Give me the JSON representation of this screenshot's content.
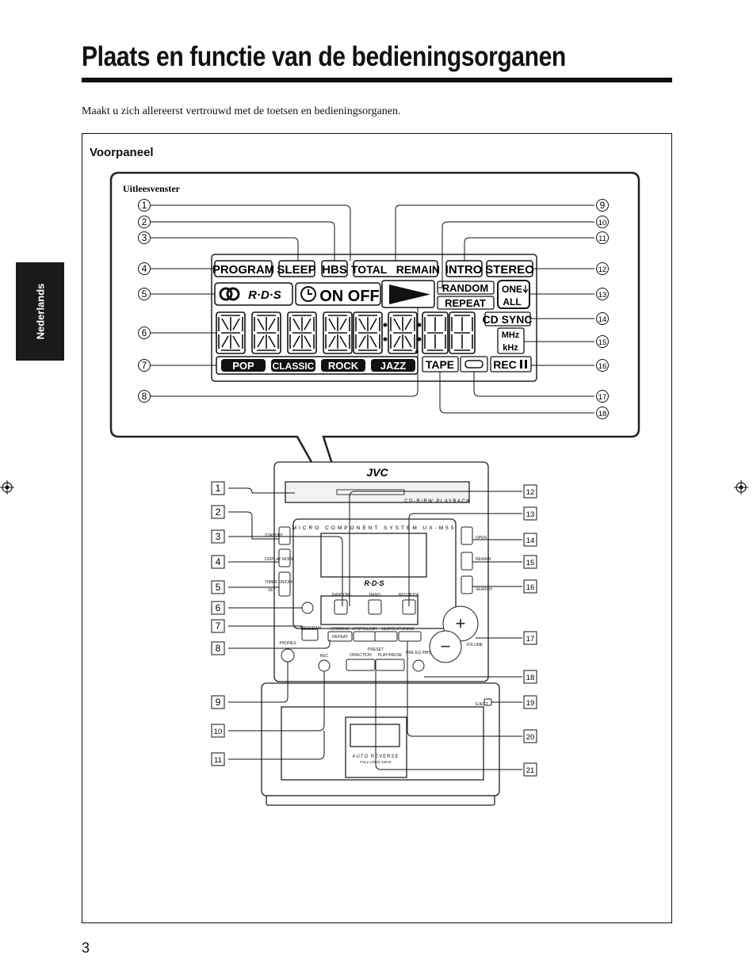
{
  "page": {
    "title": "Plaats en functie van de bedieningsorganen",
    "intro": "Maakt u zich allereerst vertrouwd met de toetsen en bedieningsorganen.",
    "side_tab": "Nederlands",
    "section": "Voorpaneel",
    "page_number": "3"
  },
  "display_panel": {
    "caption": "Uitleesvenster",
    "callouts_left": [
      "1",
      "2",
      "3",
      "4",
      "5",
      "6",
      "7",
      "8"
    ],
    "callouts_right": [
      "9",
      "10",
      "11",
      "12",
      "13",
      "14",
      "15",
      "16",
      "17",
      "18"
    ],
    "indicators": {
      "program": "PROGRAM",
      "sleep": "SLEEP",
      "hbs": "HBS",
      "total_remain": "TOTAL   REMAIN",
      "intro": "INTRO",
      "stereo": "STEREO",
      "rds": "R·D·S",
      "on_off": "ON OFF",
      "random": "RANDOM",
      "repeat": "REPEAT",
      "one": "ONE",
      "all": "ALL",
      "cd_sync": "CD SYNC",
      "mhz": "MHz",
      "khz": "kHz",
      "pop": "POP",
      "classic": "CLASSIC",
      "rock": "ROCK",
      "jazz": "JAZZ",
      "tape": "TAPE",
      "rec": "REC"
    }
  },
  "device": {
    "brand": "JVC",
    "disc_label": "CD-R/RW PLAYBACK",
    "model_line": "MICRO  COMPONENT  SYSTEM  UX-M55",
    "rds": "R·D·S",
    "callouts_left": [
      "1",
      "2",
      "3",
      "4",
      "5",
      "6",
      "7",
      "8",
      "9",
      "10",
      "11"
    ],
    "callouts_right": [
      "12",
      "13",
      "14",
      "15",
      "16",
      "17",
      "18",
      "19",
      "20",
      "21"
    ],
    "labels": {
      "standby": "STANDBY",
      "display_mode": "DISPLAY MODE",
      "timer": "TIMER ON/OFF",
      "set": "SET",
      "random": "RANDOM",
      "band": "BAND",
      "rev_mode": "REV.MODE",
      "program": "PROGRAM",
      "phones": "PHONES",
      "st_mono": "ST/MONO",
      "stop_clear": "STOP/CLEAR",
      "search_tuning": "SEARCH/TUNING",
      "repeat": "REPEAT",
      "preset": "PRESET",
      "direction": "DIRECTION",
      "play_pause": "PLAY/PAUSE",
      "rec": "REC",
      "pre_eq": "PRE EQ /HBS",
      "open": "OPEN",
      "remain": "REMAIN",
      "search": "SEARCH",
      "volume": "VOLUME",
      "eject": "EJECT",
      "auto_reverse": "AUTO REVERSE",
      "full_logic": "FULL LOGIC DECK"
    }
  }
}
